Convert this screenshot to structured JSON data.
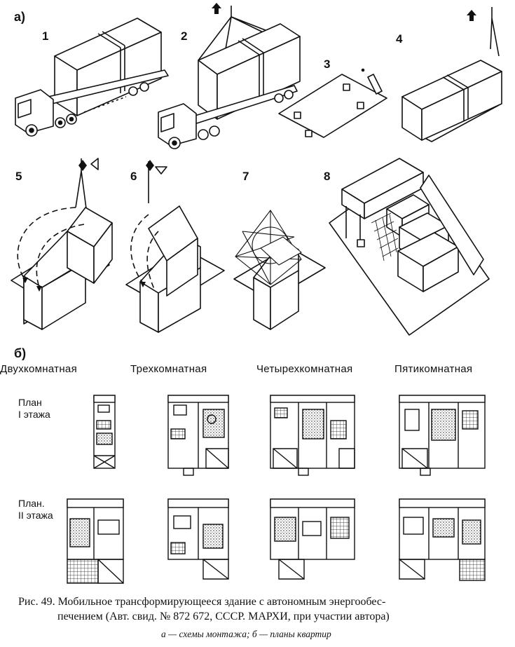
{
  "section_a": {
    "label": "а)"
  },
  "steps": [
    "1",
    "2",
    "3",
    "4",
    "5",
    "6",
    "7",
    "8"
  ],
  "section_b": {
    "label": "б)"
  },
  "apartment_types": [
    "Двухкомнатная",
    "Трехкомнатная",
    "Четырехкомнатная",
    "Пятикомнатная"
  ],
  "row_labels": [
    {
      "line1": "План",
      "line2": "I этажа"
    },
    {
      "line1": "План.",
      "line2": "II этажа"
    }
  ],
  "caption": {
    "line1": "Рис. 49. Мобильное трансформирующееся здание с автономным энергообес-",
    "line2": "печением (Авт. свид. № 872 672, СССР. МАРХИ, при участии автора)",
    "legend": "а — схемы монтажа; б — планы квартир"
  }
}
